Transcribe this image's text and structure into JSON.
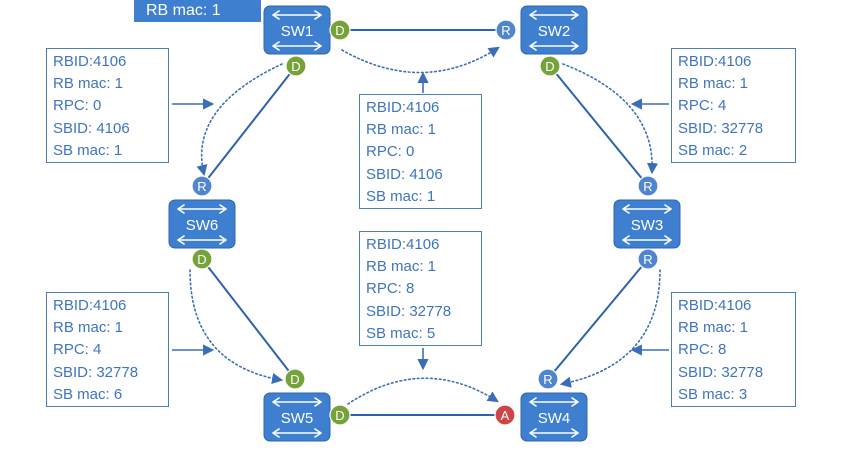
{
  "banner": "RB mac: 1",
  "colors": {
    "switch": "#3f7fcf",
    "switch_border": "#2f64a8",
    "link": "#2d62ad",
    "dotted": "#3a6fb8",
    "box_border": "#4a7ebb",
    "box_text": "#3f75bf",
    "port_R": "#4f86cf",
    "port_D": "#76a23a",
    "port_A": "#cf4545"
  },
  "switches": [
    {
      "id": "sw1",
      "label": "SW1"
    },
    {
      "id": "sw2",
      "label": "SW2"
    },
    {
      "id": "sw3",
      "label": "SW3"
    },
    {
      "id": "sw4",
      "label": "SW4"
    },
    {
      "id": "sw5",
      "label": "SW5"
    },
    {
      "id": "sw6",
      "label": "SW6"
    }
  ],
  "ports": [
    {
      "id": "p1",
      "letter": "D",
      "role": "designated"
    },
    {
      "id": "p2",
      "letter": "R",
      "role": "root"
    },
    {
      "id": "p3",
      "letter": "D",
      "role": "designated"
    },
    {
      "id": "p4",
      "letter": "D",
      "role": "designated"
    },
    {
      "id": "p5",
      "letter": "R",
      "role": "root"
    },
    {
      "id": "p6",
      "letter": "R",
      "role": "root"
    },
    {
      "id": "p7",
      "letter": "D",
      "role": "designated"
    },
    {
      "id": "p8",
      "letter": "R",
      "role": "root"
    },
    {
      "id": "p9",
      "letter": "D",
      "role": "designated"
    },
    {
      "id": "p10",
      "letter": "A",
      "role": "alternate"
    },
    {
      "id": "p11",
      "letter": "R",
      "role": "root"
    },
    {
      "id": "p12",
      "letter": "D",
      "role": "designated"
    }
  ],
  "boxes": [
    {
      "id": "b-left-top",
      "lines": [
        "RBID:4106",
        "RB mac: 1",
        "RPC: 0",
        "SBID: 4106",
        "SB mac: 1"
      ]
    },
    {
      "id": "b-center-top",
      "lines": [
        "RBID:4106",
        "RB mac: 1",
        "RPC: 0",
        "SBID: 4106",
        "SB mac: 1"
      ]
    },
    {
      "id": "b-right-top",
      "lines": [
        "RBID:4106",
        "RB mac: 1",
        "RPC: 4",
        "SBID: 32778",
        "SB mac: 2"
      ]
    },
    {
      "id": "b-left-bottom",
      "lines": [
        "RBID:4106",
        "RB mac: 1",
        "RPC: 4",
        "SBID: 32778",
        "SB mac: 6"
      ]
    },
    {
      "id": "b-center-bottom",
      "lines": [
        "RBID:4106",
        "RB mac: 1",
        "RPC: 8",
        "SBID: 32778",
        "SB mac: 5"
      ]
    },
    {
      "id": "b-right-bottom",
      "lines": [
        "RBID:4106",
        "RB mac: 1",
        "RPC: 8",
        "SBID: 32778",
        "SB mac: 3"
      ]
    }
  ]
}
